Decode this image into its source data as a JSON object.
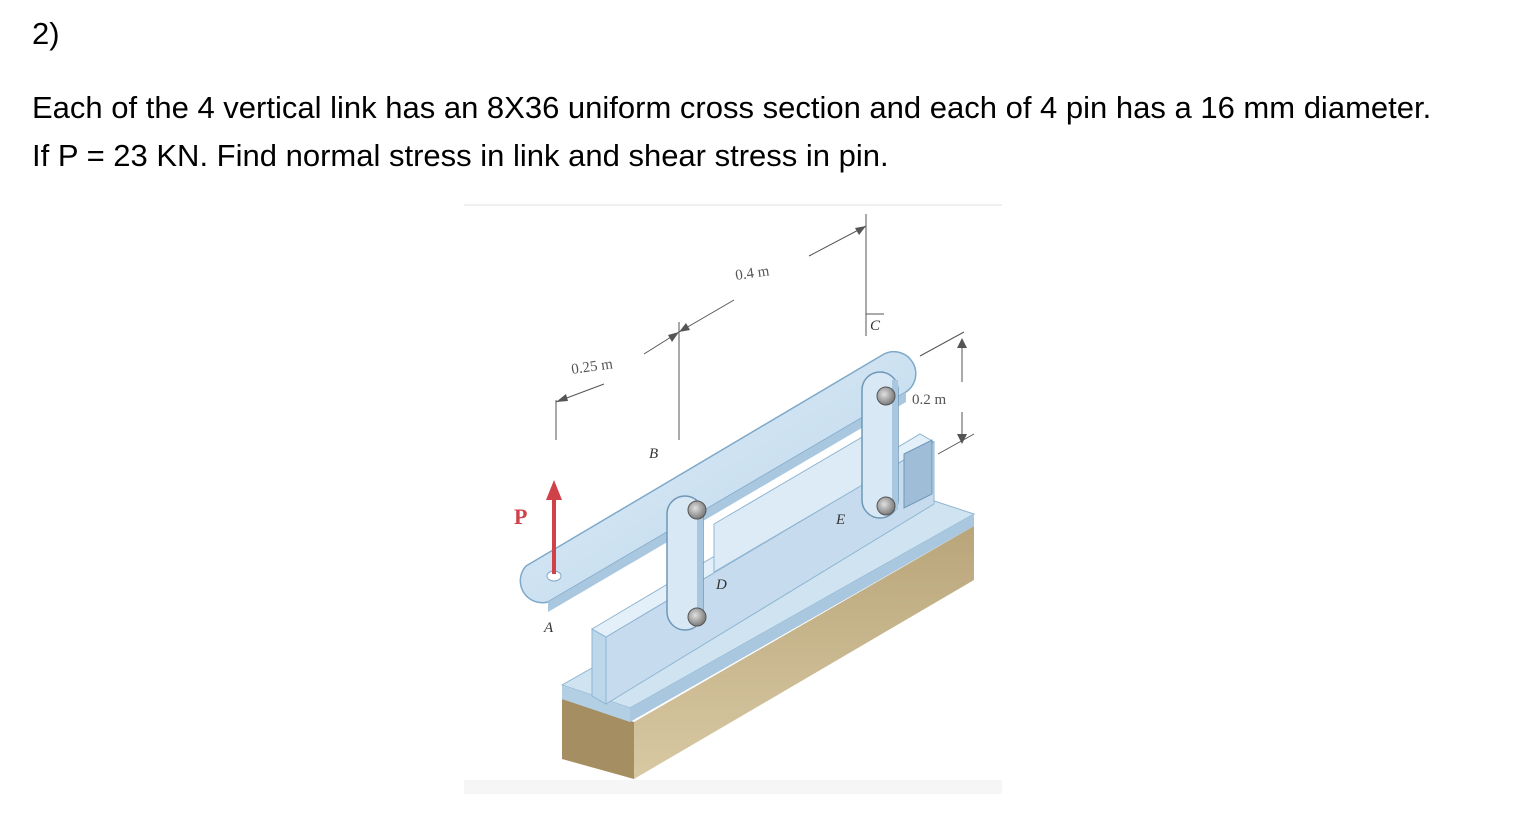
{
  "question": {
    "number": "2)",
    "text": "Each of the 4 vertical link has an 8X36 uniform cross section and each of 4 pin has a 16 mm diameter. If P = 23 KN. Find normal stress in link and shear stress in pin."
  },
  "figure": {
    "dimensions": {
      "top_span": "0.4 m",
      "left_span": "0.25 m",
      "link_height": "0.2 m"
    },
    "points": {
      "A": "A",
      "B": "B",
      "C": "C",
      "D": "D",
      "E": "E"
    },
    "load_label": "P",
    "colors": {
      "member_fill": "#cfe3f1",
      "member_edge": "#7fa9c9",
      "base_wood": "#c7b48a",
      "load_arrow": "#d0424a",
      "pin": "#8f8f8f"
    }
  }
}
